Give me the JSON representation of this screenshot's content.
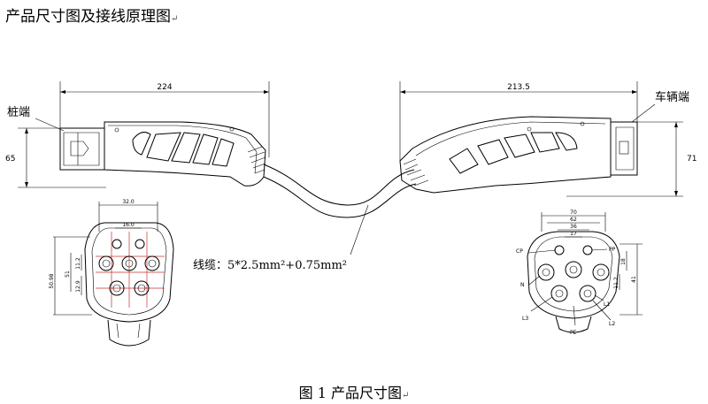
{
  "header": {
    "title": "产品尺寸图及接线原理图",
    "para_mark": "↵"
  },
  "caption": {
    "text": "图 1  产品尺寸图",
    "para_mark": "↵"
  },
  "labels": {
    "pile_end": "桩端",
    "vehicle_end": "车辆端"
  },
  "cable": {
    "label": "线缆：5*2.5mm²+0.75mm²"
  },
  "dimensions": {
    "plug_length": "224",
    "connector_length": "213.5",
    "plug_height": "65",
    "connector_height": "71",
    "plug_face_width": "32.0",
    "plug_face_pitch": "16.0",
    "plug_face_51": "51",
    "plug_face_11_2": "11.2",
    "plug_face_12_9": "12.9",
    "plug_face_height": "50.98",
    "socket_width_70": "70",
    "socket_62": "62",
    "socket_36": "36",
    "socket_17": "17",
    "socket_18": "18",
    "socket_11_2": "11.2",
    "socket_41": "41"
  },
  "pins": {
    "cp": "CP",
    "pp": "PP",
    "n": "N",
    "l1": "L1",
    "l2": "L2",
    "l3": "L3",
    "pe": "PE"
  }
}
